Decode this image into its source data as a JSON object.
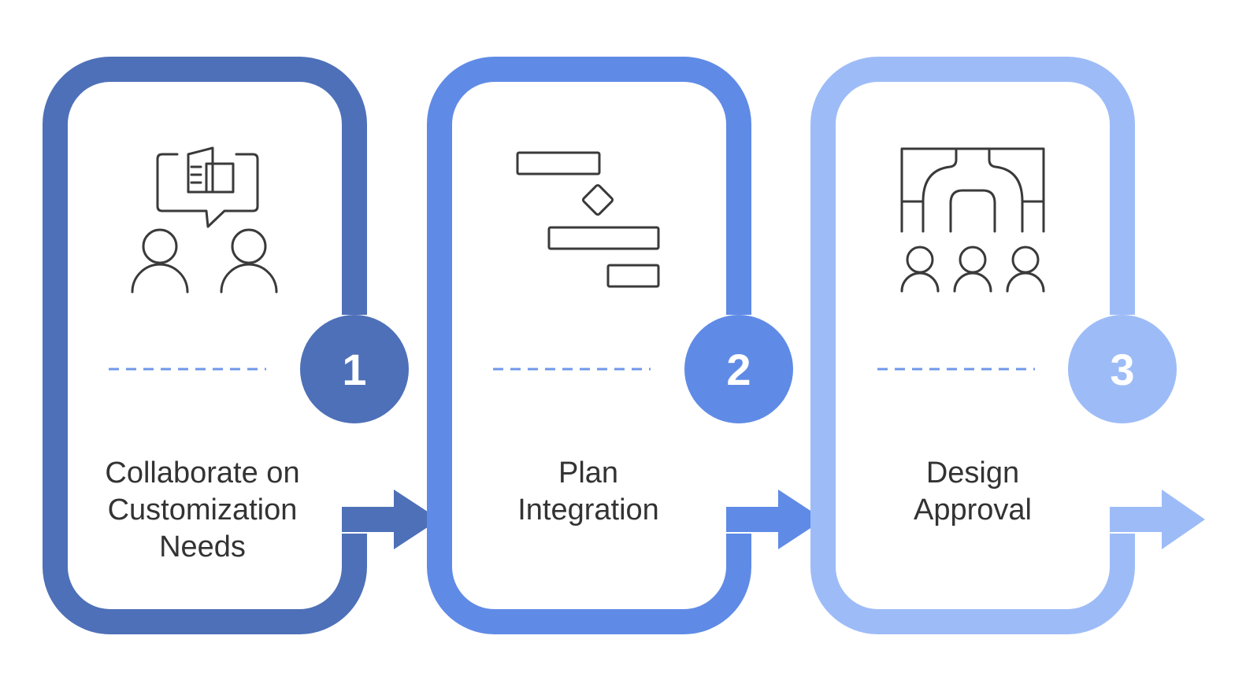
{
  "steps": [
    {
      "number": "1",
      "label_lines": [
        "Collaborate on",
        "Customization",
        "Needs"
      ],
      "icon": "collaboration-chat-icon",
      "color": "#4E70B8"
    },
    {
      "number": "2",
      "label_lines": [
        "Plan",
        "Integration"
      ],
      "icon": "gantt-plan-icon",
      "color": "#5F8BE6"
    },
    {
      "number": "3",
      "label_lines": [
        "Design",
        "Approval"
      ],
      "icon": "design-review-icon",
      "color": "#9DBCF7"
    }
  ],
  "divider_color": "#6F98EA",
  "icon_stroke_color": "#3A3A3A"
}
